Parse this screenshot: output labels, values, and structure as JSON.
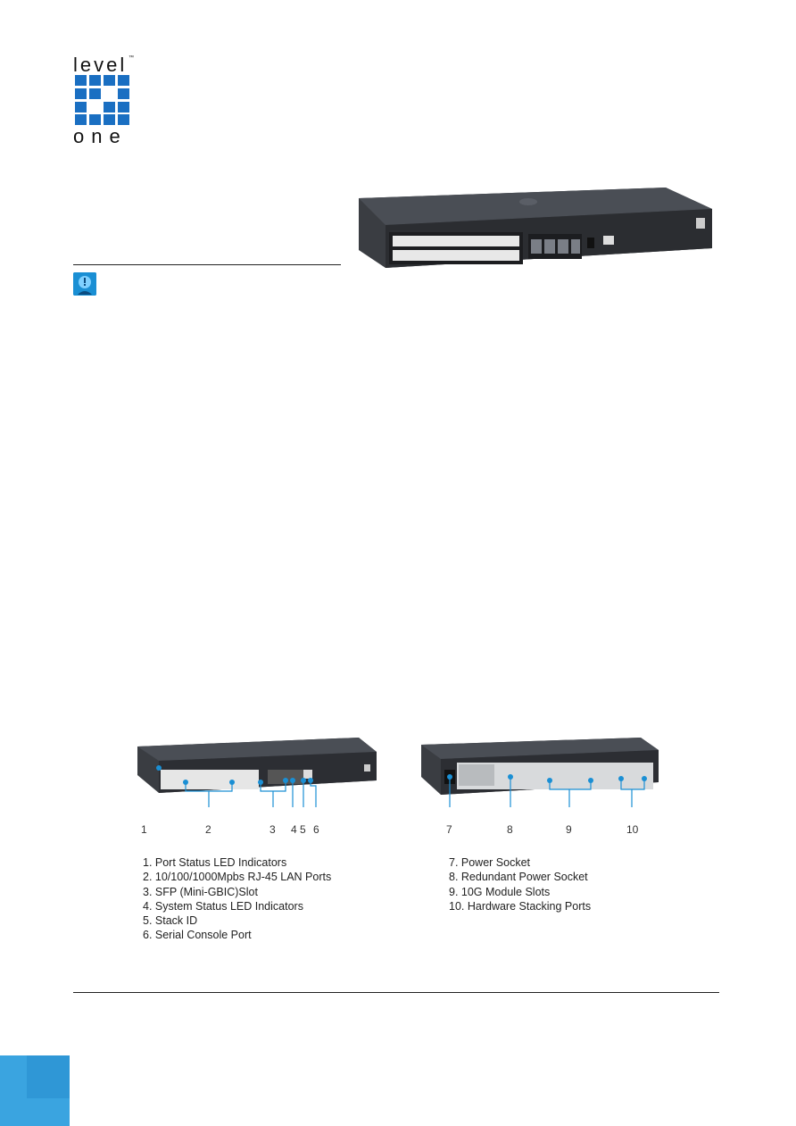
{
  "logo": {
    "word_top": "level",
    "trademark": "™",
    "word_bottom": "one",
    "color": "#1a6fc2"
  },
  "info_icon": {
    "name": "info-person-icon",
    "color": "#1a8fd4"
  },
  "front_diagram": {
    "callouts": [
      "1",
      "2",
      "3",
      "4",
      "5",
      "6"
    ],
    "legend": [
      "1. Port Status LED Indicators",
      "2. 10/100/1000Mpbs RJ-45 LAN Ports",
      "3. SFP (Mini-GBIC)Slot",
      "4. System Status LED Indicators",
      "5. Stack ID",
      "6. Serial Console Port"
    ]
  },
  "rear_diagram": {
    "callouts": [
      "7",
      "8",
      "9",
      "10"
    ],
    "legend": [
      "7. Power Socket",
      "8. Redundant Power Socket",
      "9. 10G Module Slots",
      "10. Hardware Stacking Ports"
    ]
  },
  "accent_color": "#3aa4e0"
}
